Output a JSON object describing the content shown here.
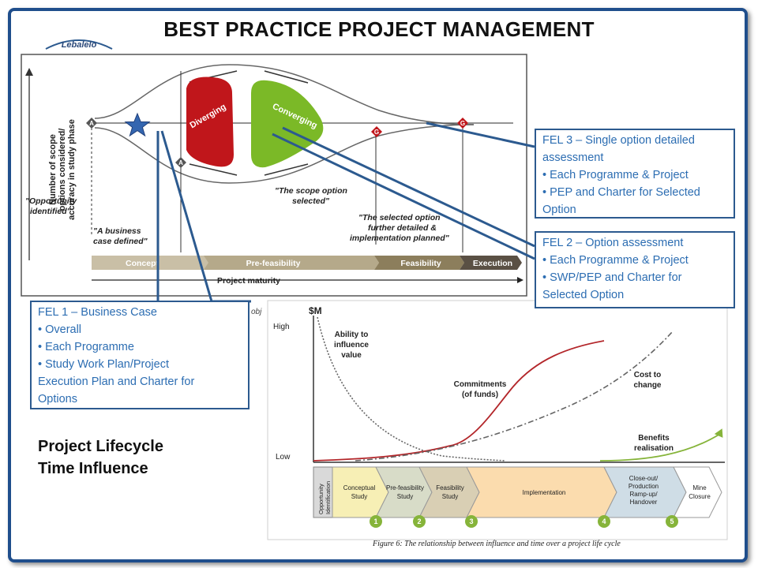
{
  "title": "BEST PRACTICE PROJECT MANAGEMENT",
  "logo_text": "Lebalelo",
  "top_diagram": {
    "y_axis_label_1": "Number of scope",
    "y_axis_label_2": "options considered/",
    "y_axis_label_3": "accuracy in study phase",
    "diverging": "Diverging",
    "converging": "Converging",
    "gate_a": "A",
    "gate_g": "G",
    "opportunity_1": "\"Opportunity",
    "opportunity_2": "identified\"",
    "business_case_1": "\"A business",
    "business_case_2": "case defined\"",
    "scope_selected_1": "\"The scope option",
    "scope_selected_2": "selected\"",
    "detailed_1": "\"The selected option",
    "detailed_2": "further detailed &",
    "detailed_3": "implementation planned\"",
    "phases": [
      "Concept",
      "Pre-feasibility",
      "Feasibility",
      "Execution"
    ],
    "maturity": "Project maturity",
    "fragment": "obj"
  },
  "fel3": {
    "line1": "FEL  3 – Single option detailed",
    "line2": "assessment",
    "line3": "• Each Programme & Project",
    "line4": "• PEP and Charter for Selected",
    "line5": "Option"
  },
  "fel2": {
    "line1": "FEL 2 – Option assessment",
    "line2": "• Each Programme & Project",
    "line3": "• SWP/PEP and Charter for",
    "line4": "Selected Option"
  },
  "fel1": {
    "line1": "FEL 1 – Business Case",
    "line2": "• Overall",
    "line3": "• Each Programme",
    "line4": "• Study Work Plan/Project",
    "line5": "Execution Plan  and Charter for",
    "line6": "Options"
  },
  "subhead": {
    "line1": "Project Lifecycle",
    "line2": "Time Influence"
  },
  "bottom_chart": {
    "ylabel": "$M",
    "high": "High",
    "low": "Low",
    "influence_1": "Ability to",
    "influence_2": "influence",
    "influence_3": "value",
    "commit_1": "Commitments",
    "commit_2": "(of funds)",
    "cost_1": "Cost to",
    "cost_2": "change",
    "benefit_1": "Benefits",
    "benefit_2": "realisation",
    "opp_1": "Opportunity",
    "opp_2": "Identification",
    "stages": [
      {
        "l1": "Conceptual",
        "l2": "Study"
      },
      {
        "l1": "Pre-feasibility",
        "l2": "Study"
      },
      {
        "l1": "Feasibility",
        "l2": "Study"
      },
      {
        "l1": "Implementation",
        "l2": ""
      },
      {
        "l1": "Close-out/",
        "l2": "Production",
        "l3": "Ramp-up/",
        "l4": "Handover"
      },
      {
        "l1": "Mine",
        "l2": "Closure"
      }
    ],
    "numbers": [
      "1",
      "2",
      "3",
      "4",
      "5"
    ],
    "caption": "Figure 6: The relationship between influence and time over a project life cycle"
  },
  "colors": {
    "frame": "#1f4e8c",
    "box_text": "#2c6db2",
    "diverging": "#c0161b",
    "converging": "#7bb927",
    "commitments": "#b3262a",
    "benefits": "#86b43a",
    "phase_bar": "#8c7e5c"
  }
}
